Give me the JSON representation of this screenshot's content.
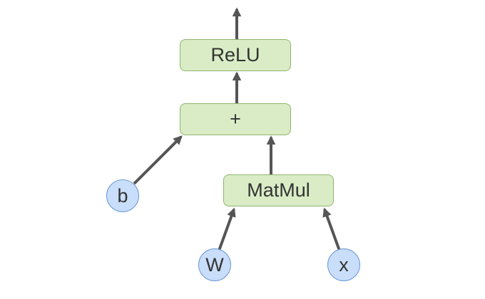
{
  "diagram": {
    "ops": {
      "relu": "ReLU",
      "add": "+",
      "matmul": "MatMul"
    },
    "inputs": {
      "b": "b",
      "W": "W",
      "x": "x"
    },
    "edges": [
      {
        "from": "matmul",
        "to": "add"
      },
      {
        "from": "add",
        "to": "relu"
      },
      {
        "from": "relu",
        "to": "output"
      },
      {
        "from": "b",
        "to": "add"
      },
      {
        "from": "W",
        "to": "matmul"
      },
      {
        "from": "x",
        "to": "matmul"
      }
    ],
    "colors": {
      "op_fill": "#d9ecc6",
      "op_border": "#8fb56f",
      "input_fill": "#c9defa",
      "input_border": "#6b97d3",
      "arrow": "#555555",
      "text": "#333333"
    }
  }
}
